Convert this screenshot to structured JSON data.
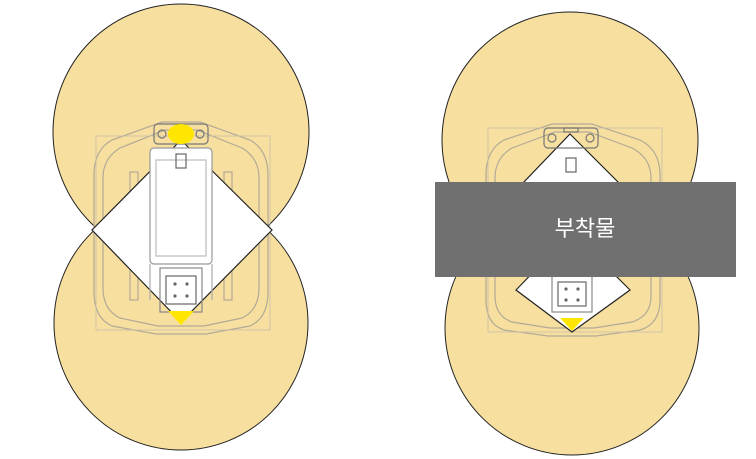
{
  "diagram": {
    "panels": [
      {
        "id": "without-attachment",
        "has_attachment": false
      },
      {
        "id": "with-attachment",
        "has_attachment": true
      }
    ],
    "attachment": {
      "label": "부착물",
      "fill_color": "#707070",
      "text_color": "#ffffff"
    },
    "colors": {
      "sensor_field": "#f7dfa0",
      "sensor_marker": "#ffe600",
      "robot_outline": "#aaaaaa",
      "robot_body": "#ffffff",
      "circle_stroke": "#222222"
    }
  }
}
